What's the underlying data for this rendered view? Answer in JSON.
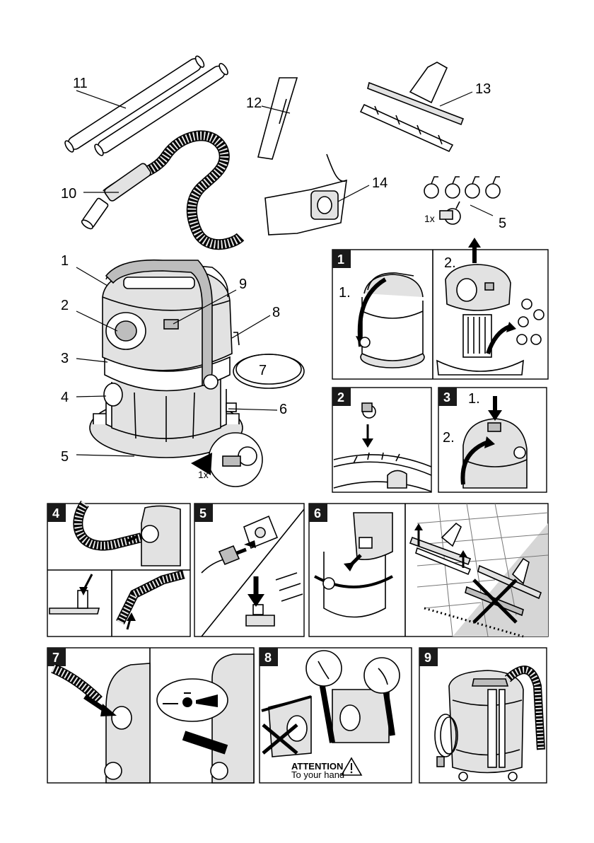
{
  "callouts": {
    "c1": "1",
    "c2": "2",
    "c3": "3",
    "c4": "4",
    "c5a": "5",
    "c5b": "5",
    "c6": "6",
    "c7": "7",
    "c8": "8",
    "c9": "9",
    "c10": "10",
    "c11": "11",
    "c12": "12",
    "c13": "13",
    "c14": "14"
  },
  "quantity_labels": {
    "castor_qty_top": "1x",
    "castor_qty_main": "1x"
  },
  "steps": {
    "s1": "1",
    "s2": "2",
    "s3": "3",
    "s4": "4",
    "s5": "5",
    "s6": "6",
    "s7": "7",
    "s8": "8",
    "s9": "9"
  },
  "substeps": {
    "p1_a": "1.",
    "p1_b": "2.",
    "p3_a": "1.",
    "p3_b": "2."
  },
  "warning": {
    "title": "ATTENTION",
    "text": "To your hand"
  },
  "colors": {
    "badge": "#1a1a1a",
    "grey": "#e2e2e2",
    "floor_shade": "#d6d6d6"
  },
  "icons": [
    "warning-triangle-icon",
    "cross-mark-icon",
    "arrow-icon",
    "power-plug-icon",
    "socket-icon"
  ]
}
